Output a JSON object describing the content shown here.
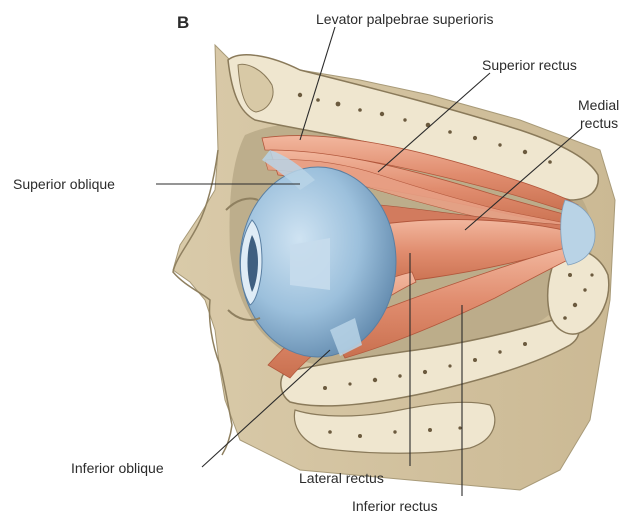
{
  "panel_letter": "B",
  "labels": {
    "levator": "Levator palpebrae superioris",
    "superior_rectus": "Superior rectus",
    "medial_rectus_line1": "Medial",
    "medial_rectus_line2": "rectus",
    "superior_oblique": "Superior oblique",
    "inferior_oblique": "Inferior oblique",
    "lateral_rectus": "Lateral rectus",
    "inferior_rectus": "Inferior rectus"
  },
  "colors": {
    "skin": "#ddd0b3",
    "bone": "#efe6cf",
    "bone_outline": "#8a7a5a",
    "bone_pores": "#6b5a3e",
    "orbit_shadow": "#b8a98a",
    "muscle": "#e08c6e",
    "muscle_light": "#f0b49b",
    "tendon": "#b9d3e6",
    "eyeball": "#9cc0dc",
    "eyeball_dark": "#6c93b6",
    "leader_line": "#2b2b2b"
  }
}
